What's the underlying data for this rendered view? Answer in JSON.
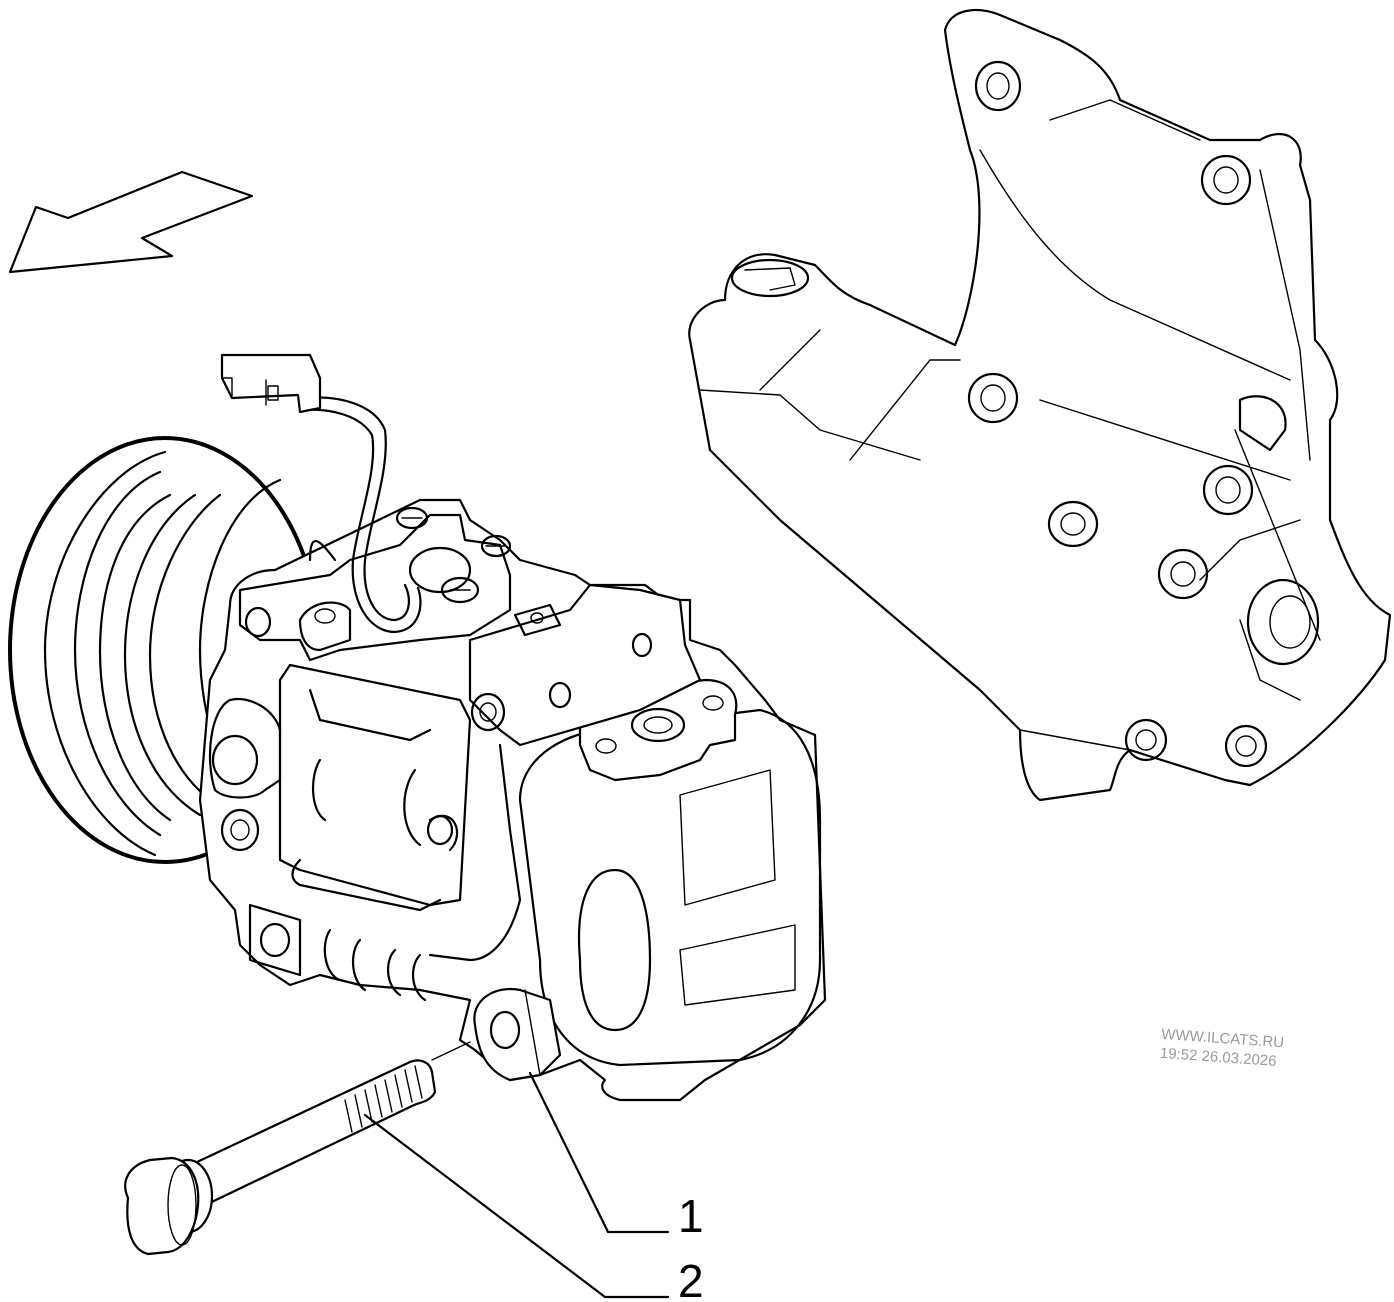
{
  "callouts": [
    {
      "number": "1",
      "part": "compressor"
    },
    {
      "number": "2",
      "part": "bolt"
    }
  ],
  "watermark": {
    "line1": "WWW.ILCATS.RU",
    "line2": "19:52 26.03.2026"
  },
  "icons": [
    "direction-arrow-icon"
  ],
  "colors": {
    "line": "#000000",
    "background": "#ffffff",
    "watermark": "#9a9a9a"
  }
}
